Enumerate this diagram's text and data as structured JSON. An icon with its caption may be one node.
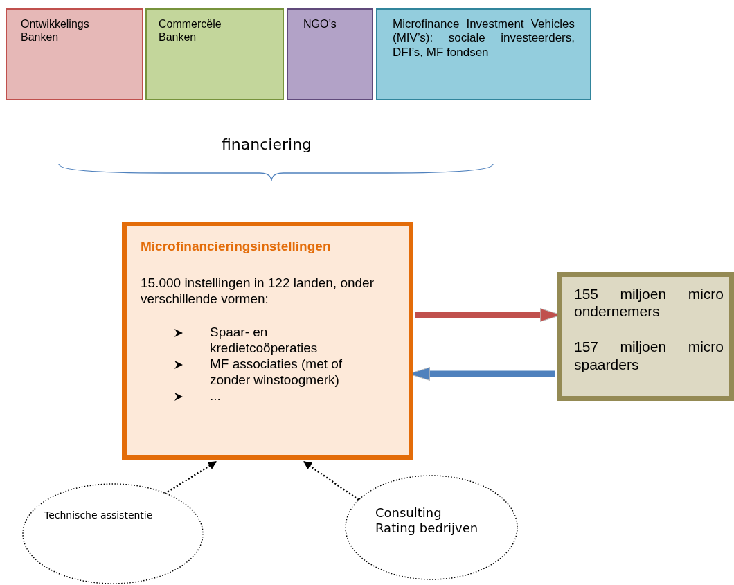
{
  "diagram": {
    "nodes": [
      {
        "text": [
          "Ontwikkelings Banken"
        ]
      },
      {
        "text": [
          "Commercële Banken"
        ]
      },
      {
        "text": [
          "NGO’s"
        ]
      },
      {
        "text": [
          "Microfinance Investment Vehicles (MIV’s): sociale investeerders, DFI’s, MF fondsen"
        ]
      },
      {
        "text": [
          "Microfinancieringsinstellingen",
          "15.000 instellingen in 122 landen, onder verschillende vormen:",
          "Spaar- en kredietcoöperaties",
          "MF associaties (met of zonder winstoogmerk)",
          "..."
        ]
      },
      {
        "text": [
          "155 miljoen micro ondernemers",
          "157 miljoen micro spaarders"
        ]
      },
      {
        "text": [
          "Technische assistentie"
        ]
      },
      {
        "text": [
          "Consulting",
          "Rating bedrijven"
        ]
      }
    ],
    "edges": [
      {
        "from": 4,
        "to": 5,
        "arrow": "to",
        "style": "thick",
        "color": "#c0504d"
      },
      {
        "from": 5,
        "to": 4,
        "arrow": "to",
        "style": "thick",
        "color": "#4f81bd"
      },
      {
        "from": 6,
        "to": 4,
        "arrow": "to",
        "style": "dashed"
      },
      {
        "from": 7,
        "to": 4,
        "arrow": "to",
        "style": "dashed"
      }
    ],
    "labels": [
      "financiering"
    ]
  }
}
